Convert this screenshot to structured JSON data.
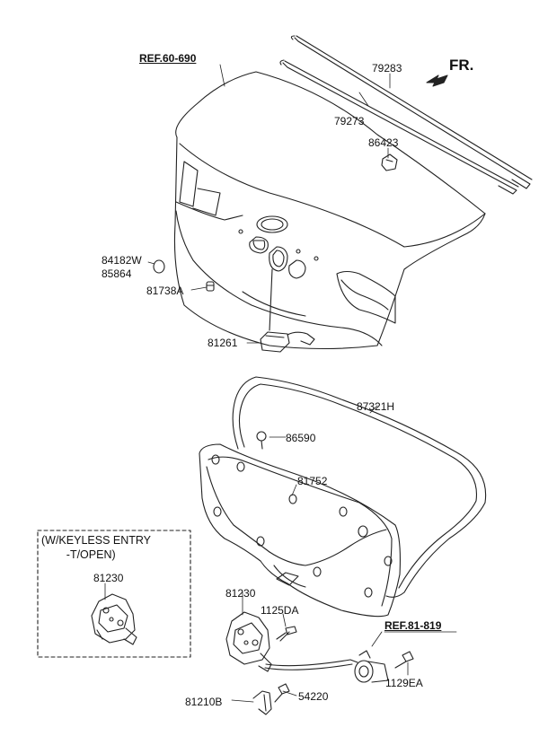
{
  "refs": {
    "ref_60_690": "REF.60-690",
    "ref_81_819": "REF.81-819"
  },
  "direction": "FR.",
  "keyless_note": "(W/KEYLESS ENTRY\n        -T/OPEN)",
  "parts": {
    "p79283": "79283",
    "p79273": "79273",
    "p86423": "86423",
    "p84182w": "84182W",
    "p85864": "85864",
    "p81738a": "81738A",
    "p81261": "81261",
    "p87321h": "87321H",
    "p86590": "86590",
    "p81752": "81752",
    "p81230_box": "81230",
    "p81230": "81230",
    "p1125da": "1125DA",
    "p1129ea": "1129EA",
    "p81210b": "81210B",
    "p54220": "54220"
  }
}
